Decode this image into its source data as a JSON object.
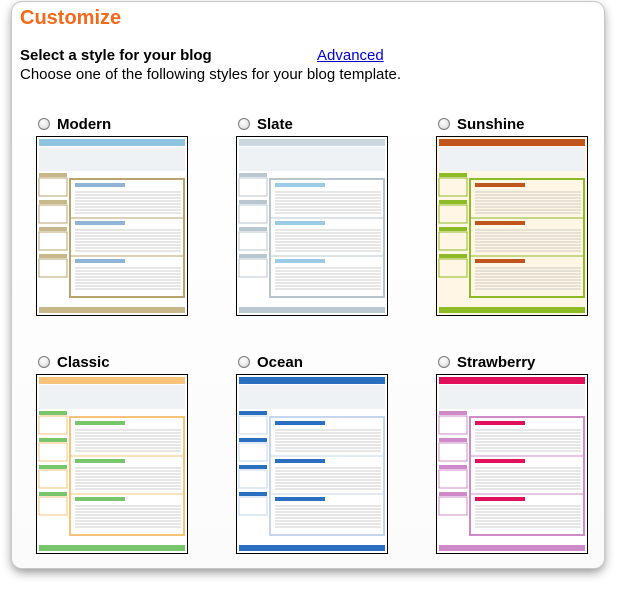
{
  "header": {
    "title": "Customize",
    "subtitle": "Select a style for your blog",
    "advanced_link": "Advanced",
    "description": "Choose one of the following styles for your blog template."
  },
  "styles": [
    {
      "name": "Modern",
      "colors": {
        "bar": "#8ec4e0",
        "accent": "#c7b88c",
        "line": "#8fb4d6",
        "box": "#b8a36d",
        "bg": "#ffffff"
      }
    },
    {
      "name": "Slate",
      "colors": {
        "bar": "#c9d6de",
        "accent": "#b9c7d0",
        "line": "#9ccbe6",
        "box": "#b8c5ce",
        "bg": "#ffffff"
      }
    },
    {
      "name": "Sunshine",
      "colors": {
        "bar": "#c0561e",
        "accent": "#8cbb26",
        "line": "#c0561e",
        "box": "#8cbb26",
        "bg": "#fff6e6"
      }
    },
    {
      "name": "Classic",
      "colors": {
        "bar": "#f7c37a",
        "accent": "#77c66b",
        "line": "#77c66b",
        "box": "#f7c37a",
        "bg": "#ffffff"
      }
    },
    {
      "name": "Ocean",
      "colors": {
        "bar": "#2a6fc0",
        "accent": "#2a6fc0",
        "line": "#2a6fc0",
        "box": "#c6d6ee",
        "bg": "#ffffff"
      }
    },
    {
      "name": "Strawberry",
      "colors": {
        "bar": "#e0105a",
        "accent": "#cf8bc9",
        "line": "#e0105a",
        "box": "#cf8bc9",
        "bg": "#ffffff"
      }
    }
  ]
}
